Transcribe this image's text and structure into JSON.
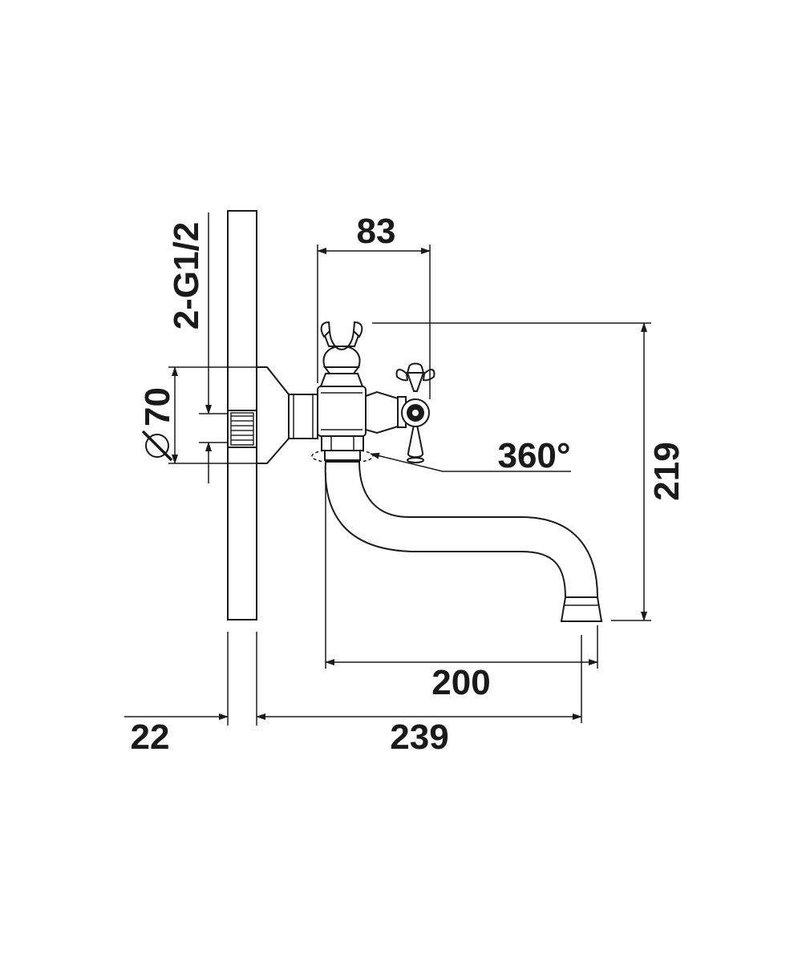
{
  "diagram": {
    "dimensions": {
      "width_top": "83",
      "height": "219",
      "rotation": "360°",
      "diameter": "70",
      "thread": "2-G1/2",
      "spout_reach": "200",
      "total_reach": "239",
      "wall_offset": "22"
    },
    "colors": {
      "line": "#1a1a1a",
      "background": "#ffffff"
    }
  }
}
